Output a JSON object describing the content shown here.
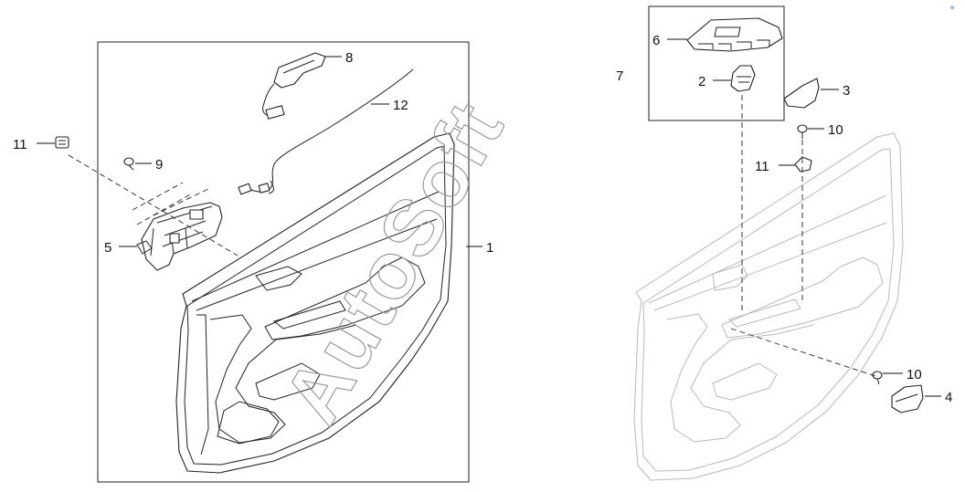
{
  "watermark": "AutoSoft",
  "corner_mark": "w",
  "callouts": {
    "c1": "1",
    "c2": "2",
    "c3": "3",
    "c4": "4",
    "c5": "5",
    "c6": "6",
    "c7": "7",
    "c8": "8",
    "c9": "9",
    "c10a": "10",
    "c10b": "10",
    "c11a": "11",
    "c11b": "11",
    "c12": "12"
  }
}
